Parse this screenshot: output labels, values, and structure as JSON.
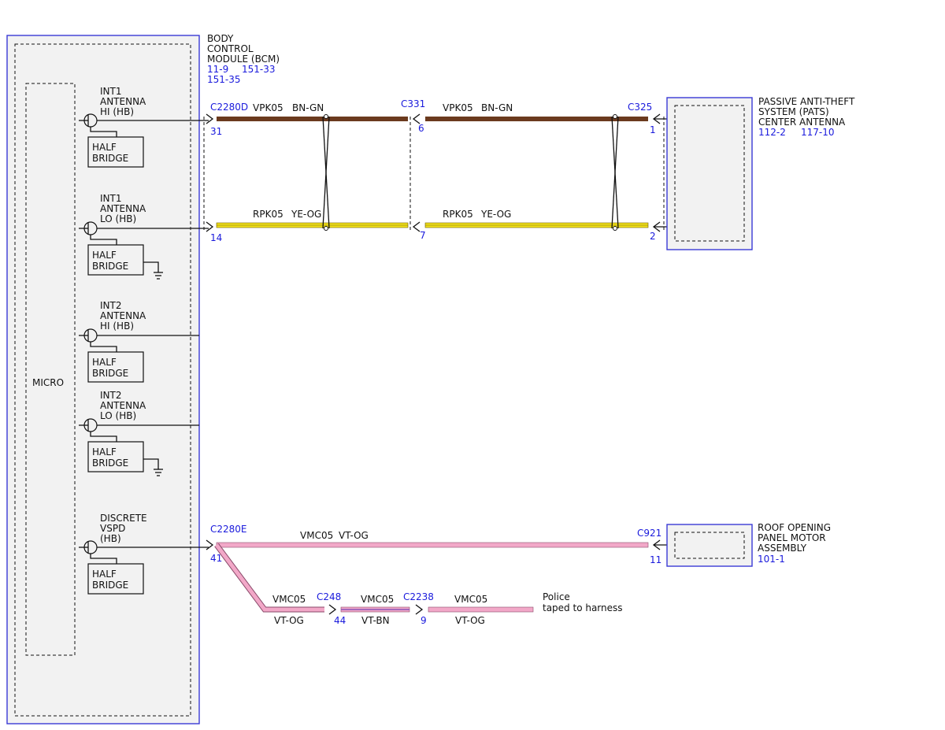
{
  "bcm": {
    "name_line1": "BODY",
    "name_line2": "CONTROL",
    "name_line3": "MODULE (BCM)",
    "ref1": "11-9",
    "ref2": "151-33",
    "ref3": "151-35",
    "micro_label": "MICRO",
    "half_bridge_line1": "HALF",
    "half_bridge_line2": "BRIDGE",
    "pins": [
      {
        "l1": "INT1",
        "l2": "ANTENNA",
        "l3": "HI (HB)"
      },
      {
        "l1": "INT1",
        "l2": "ANTENNA",
        "l3": "LO (HB)"
      },
      {
        "l1": "INT2",
        "l2": "ANTENNA",
        "l3": "HI (HB)"
      },
      {
        "l1": "INT2",
        "l2": "ANTENNA",
        "l3": "LO (HB)"
      },
      {
        "l1": "DISCRETE",
        "l2": "VSPD",
        "l3": "(HB)"
      }
    ]
  },
  "pats": {
    "line1": "PASSIVE ANTI-THEFT",
    "line2": "SYSTEM (PATS)",
    "line3": "CENTER ANTENNA",
    "ref1": "112-2",
    "ref2": "117-10"
  },
  "roof": {
    "line1": "ROOF OPENING",
    "line2": "PANEL MOTOR",
    "line3": "ASSEMBLY",
    "ref1": "101-1"
  },
  "connectors": {
    "c2280d": "C2280D",
    "c2280d_pin_hi": "31",
    "c2280d_pin_lo": "14",
    "c331": "C331",
    "c331_pin_hi": "6",
    "c331_pin_lo": "7",
    "c325": "C325",
    "c325_pin_hi": "1",
    "c325_pin_lo": "2",
    "c2280e": "C2280E",
    "c2280e_pin": "41",
    "c921": "C921",
    "c921_pin": "11",
    "c248": "C248",
    "c248_pin": "44",
    "c2238": "C2238",
    "c2238_pin": "9"
  },
  "wires": {
    "vpk05": "VPK05",
    "bn_gn": "BN-GN",
    "rpk05": "RPK05",
    "ye_og": "YE-OG",
    "vmc05": "VMC05",
    "vt_og": "VT-OG",
    "vt_bn": "VT-BN"
  },
  "note_line1": "Police",
  "note_line2": "taped to harness",
  "colors": {
    "module_border": "#3a3ad6",
    "wire_brown": "#6b3a1e",
    "wire_yellow": "#f3e21b",
    "wire_pink": "#f2a8c8",
    "wire_violet": "#8a55b8",
    "connector_text": "#1a1adc",
    "fill_gray": "#f2f2f2"
  }
}
